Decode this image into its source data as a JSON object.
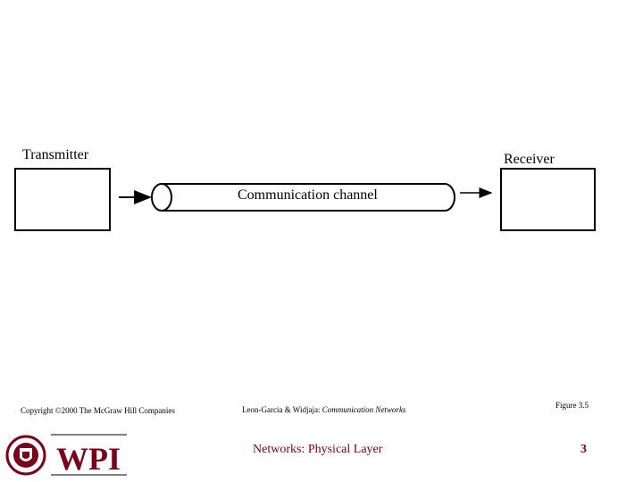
{
  "diagram": {
    "transmitter_label": "Transmitter",
    "receiver_label": "Receiver",
    "channel_label": "Communication channel"
  },
  "footer": {
    "copyright": "Copyright ©2000 The McGraw Hill Companies",
    "citation_authors": "Leon-Garcia & Widjaja: ",
    "citation_book": "Communication Networks",
    "figure": "Figure 3.5",
    "slide_title": "Networks: Physical Layer",
    "page_number": "3",
    "logo_text": "WPI"
  },
  "colors": {
    "brand": "#7a0019"
  }
}
